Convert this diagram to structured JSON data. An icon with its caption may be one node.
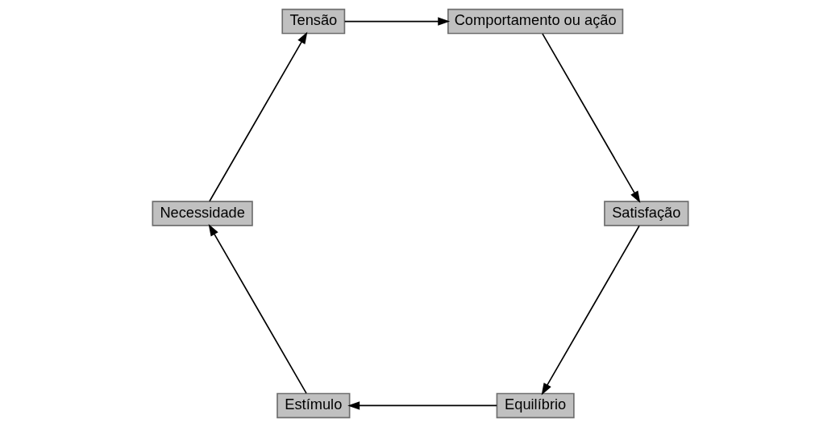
{
  "diagram": {
    "nodes": [
      {
        "text": [
          "Equilíbrio"
        ]
      },
      {
        "text": [
          "Estímulo"
        ]
      },
      {
        "text": [
          "Necessidade"
        ]
      },
      {
        "text": [
          "Tensão"
        ]
      },
      {
        "text": [
          "Comportamento ou ação"
        ]
      },
      {
        "text": [
          "Satisfação"
        ]
      }
    ],
    "edges": [
      {
        "from": 0,
        "to": 1,
        "arrow": "to"
      },
      {
        "from": 1,
        "to": 2,
        "arrow": "to"
      },
      {
        "from": 2,
        "to": 3,
        "arrow": "to"
      },
      {
        "from": 3,
        "to": 4,
        "arrow": "to"
      },
      {
        "from": 4,
        "to": 5,
        "arrow": "to"
      },
      {
        "from": 5,
        "to": 0,
        "arrow": "to"
      }
    ]
  }
}
